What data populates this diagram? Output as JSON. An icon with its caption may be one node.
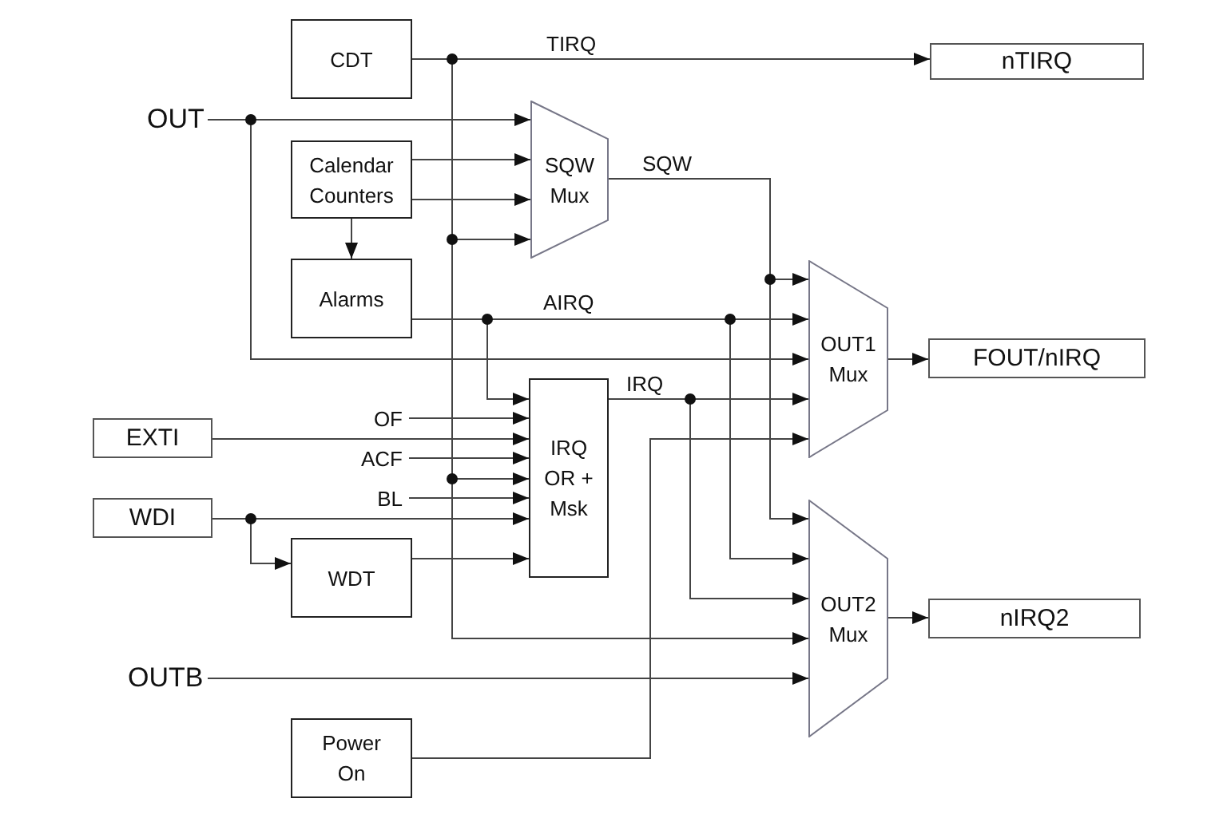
{
  "diagram": {
    "nodes": [
      {
        "text": [
          "CDT"
        ]
      },
      {
        "text": [
          "OUT"
        ]
      },
      {
        "text": [
          "Calendar Counters"
        ]
      },
      {
        "text": [
          "SQW Mux"
        ]
      },
      {
        "text": [
          "Alarms"
        ]
      },
      {
        "text": [
          "nTIRQ"
        ]
      },
      {
        "text": [
          "OUT1 Mux"
        ]
      },
      {
        "text": [
          "FOUT/nIRQ"
        ]
      },
      {
        "text": [
          "EXTI"
        ]
      },
      {
        "text": [
          "OF"
        ]
      },
      {
        "text": [
          "ACF"
        ]
      },
      {
        "text": [
          "BL"
        ]
      },
      {
        "text": [
          "IRQ OR + Msk"
        ]
      },
      {
        "text": [
          "WDI"
        ]
      },
      {
        "text": [
          "WDT"
        ]
      },
      {
        "text": [
          "OUT2 Mux"
        ]
      },
      {
        "text": [
          "nIRQ2"
        ]
      },
      {
        "text": [
          "OUTB"
        ]
      },
      {
        "text": [
          "Power On"
        ]
      }
    ],
    "edges": [
      {
        "from": 0,
        "to": 5,
        "arrow": "to",
        "label": "TIRQ"
      },
      {
        "from": 0,
        "to": 3,
        "arrow": "to"
      },
      {
        "from": 0,
        "to": 12,
        "arrow": "to"
      },
      {
        "from": 0,
        "to": 15,
        "arrow": "to"
      },
      {
        "from": 1,
        "to": 3,
        "arrow": "to"
      },
      {
        "from": 1,
        "to": 6,
        "arrow": "to"
      },
      {
        "from": 2,
        "to": 3,
        "arrow": "to"
      },
      {
        "from": 2,
        "to": 3,
        "arrow": "to"
      },
      {
        "from": 2,
        "to": 4,
        "arrow": "to"
      },
      {
        "from": 3,
        "to": 6,
        "arrow": "to",
        "label": "SQW"
      },
      {
        "from": 3,
        "to": 15,
        "arrow": "to"
      },
      {
        "from": 4,
        "to": 6,
        "arrow": "to",
        "label": "AIRQ"
      },
      {
        "from": 4,
        "to": 12,
        "arrow": "to"
      },
      {
        "from": 4,
        "to": 15,
        "arrow": "to"
      },
      {
        "from": 12,
        "to": 6,
        "arrow": "to",
        "label": "IRQ"
      },
      {
        "from": 12,
        "to": 15,
        "arrow": "to"
      },
      {
        "from": 18,
        "to": 6,
        "arrow": "to"
      },
      {
        "from": 8,
        "to": 12,
        "arrow": "to"
      },
      {
        "from": 9,
        "to": 12,
        "arrow": "to"
      },
      {
        "from": 10,
        "to": 12,
        "arrow": "to"
      },
      {
        "from": 11,
        "to": 12,
        "arrow": "to"
      },
      {
        "from": 13,
        "to": 12,
        "arrow": "to"
      },
      {
        "from": 13,
        "to": 14,
        "arrow": "to"
      },
      {
        "from": 14,
        "to": 12,
        "arrow": "to"
      },
      {
        "from": 17,
        "to": 15,
        "arrow": "to"
      },
      {
        "from": 6,
        "to": 7,
        "arrow": "to"
      },
      {
        "from": 15,
        "to": 16,
        "arrow": "to"
      }
    ]
  }
}
